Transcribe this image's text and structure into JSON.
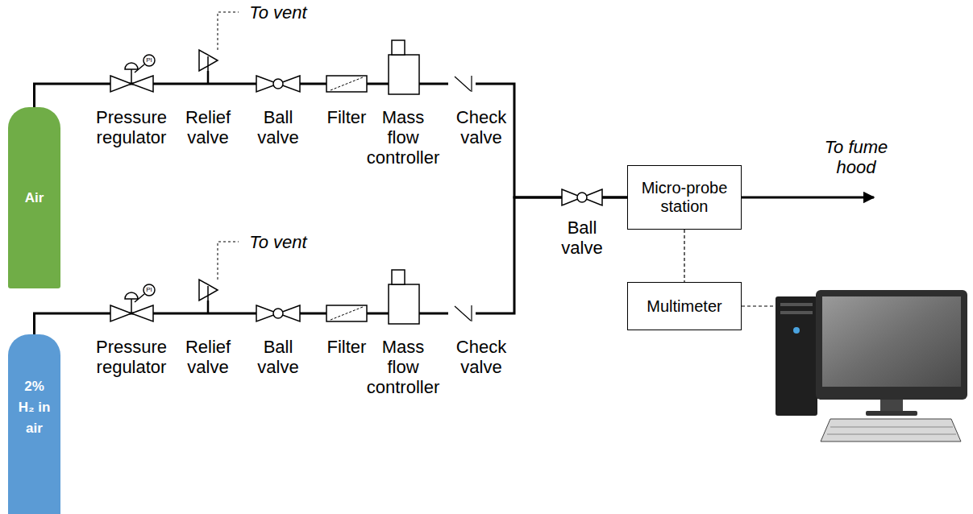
{
  "diagram": {
    "nodes": [
      {
        "text": [
          "Air"
        ]
      },
      {
        "text": [
          "2% H₂ in air"
        ]
      },
      {
        "text": [
          "Micro-probe station"
        ]
      },
      {
        "text": [
          "Multimeter"
        ]
      }
    ],
    "edges": [
      {
        "from": 0,
        "to": 2,
        "arrow": "none"
      },
      {
        "from": 1,
        "to": 2,
        "arrow": "none"
      },
      {
        "from": 2,
        "to": 3,
        "arrow": "none"
      }
    ],
    "labels": [
      "To vent",
      "PI",
      "Pressure regulator",
      "Relief valve",
      "Ball valve",
      "Filter",
      "Mass flow controller",
      "Check valve",
      "To vent",
      "PI",
      "Pressure regulator",
      "Relief valve",
      "Ball valve",
      "Filter",
      "Mass flow controller",
      "Check valve",
      "Ball valve",
      "To fume hood"
    ]
  }
}
